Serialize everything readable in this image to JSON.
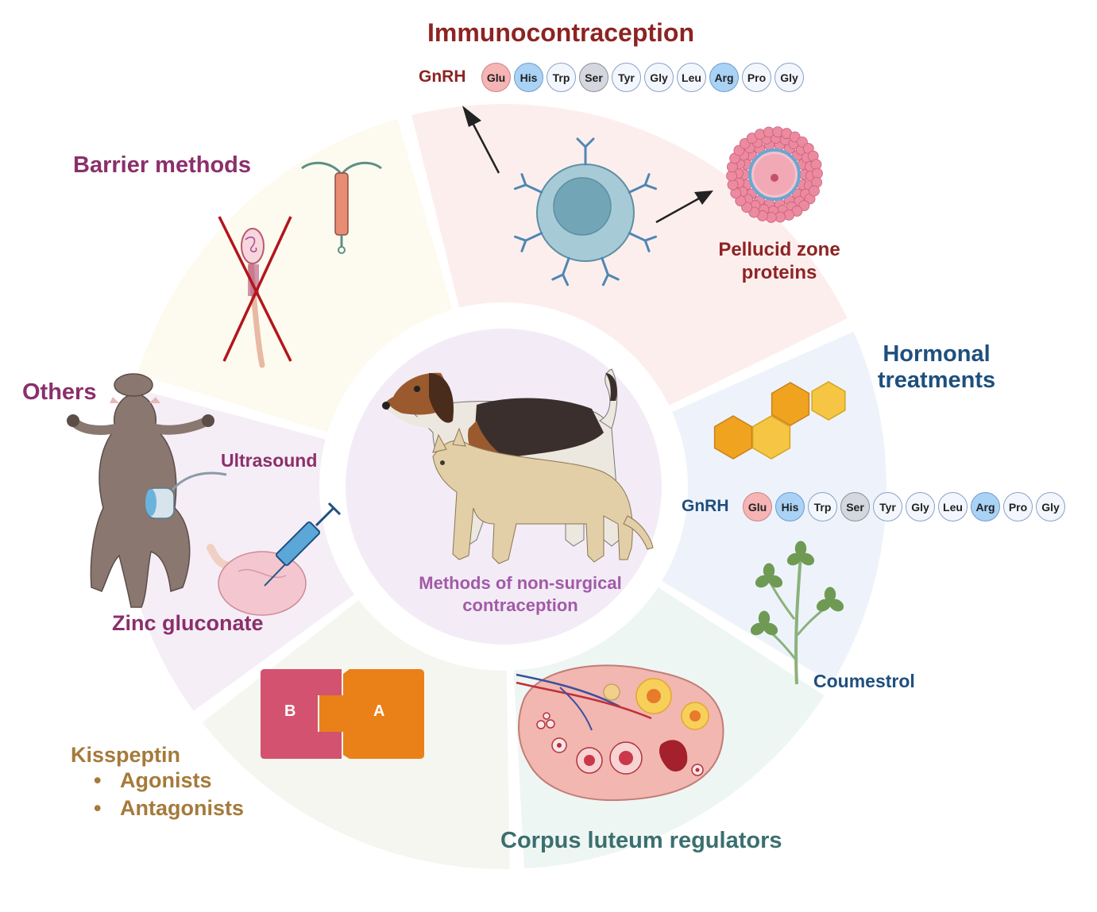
{
  "center": {
    "label_line1": "Methods of non-surgical",
    "label_line2": "contraception"
  },
  "sections": {
    "immunocontraception": {
      "title": "Immunocontraception",
      "gnrh_label": "GnRH",
      "pellucid_line1": "Pellucid zone",
      "pellucid_line2": "proteins"
    },
    "barrier": {
      "title": "Barrier methods"
    },
    "hormonal": {
      "title_line1": "Hormonal",
      "title_line2": "treatments",
      "gnrh_label": "GnRH",
      "coumestrol": "Coumestrol"
    },
    "others": {
      "title": "Others",
      "ultrasound": "Ultrasound",
      "zinc": "Zinc gluconate"
    },
    "kisspeptin": {
      "title": "Kisspeptin",
      "items": [
        "Agonists",
        "Antagonists"
      ],
      "piece_b": "B",
      "piece_a": "A"
    },
    "corpus": {
      "title": "Corpus luteum regulators"
    }
  },
  "gnrh_peptide": [
    "Glu",
    "His",
    "Trp",
    "Ser",
    "Tyr",
    "Gly",
    "Leu",
    "Arg",
    "Pro",
    "Gly"
  ],
  "colors": {
    "immuno_sector": "#fdeeee",
    "barrier_sector": "#fdfbef",
    "hormonal_sector": "#eef3fb",
    "others_sector": "#f5eef6",
    "kiss_sector": "#f4f6ef",
    "corpus_sector": "#eef6f3",
    "center_disc": "#f3ecf6"
  }
}
